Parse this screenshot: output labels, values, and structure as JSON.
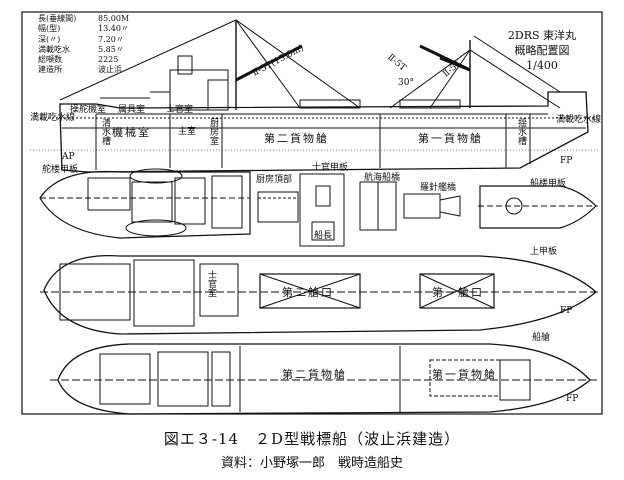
{
  "specs": [
    {
      "label": "長(垂線間)",
      "value": "85.00M"
    },
    {
      "label": "幅(型)",
      "value": "13.40〃"
    },
    {
      "label": "深(〃)",
      "value": "7.20〃"
    },
    {
      "label": "満載吃水",
      "value": "5.85〃"
    },
    {
      "label": "総噸数",
      "value": "2225"
    },
    {
      "label": "建造所",
      "value": "波止浜"
    }
  ],
  "title": {
    "ship": "2DRS 東洋丸",
    "subtitle": "概略配置図",
    "scale": "1/400"
  },
  "profile_labels": {
    "wheelhouse": "操舵機室",
    "hold_tween": "属具室",
    "officers": "士官室",
    "boiler_room": "機械室",
    "fresh_water": "清水槽",
    "main": "主室",
    "galley_store": "厨房室",
    "hold2": "第二貨物艙",
    "hold1": "第一貨物艙",
    "ballast": "揺水槽",
    "draft_aft": "満載吃水線",
    "draft_fwd": "満載吃水線",
    "boom1": "Ⅱ-5T(15.0m)",
    "boom2": "Ⅱ-5T",
    "boom3": "Ⅱ-5T",
    "angle": "30°"
  },
  "section_labels": {
    "ap": "AP",
    "fp": "FP",
    "fp2": "FP",
    "fp3": "FP",
    "steering_deck": "舵楼甲板",
    "galley_top": "厨房頂部",
    "officer_deck": "士官甲板",
    "navigation_bridge": "航海船橋",
    "compass_bridge": "羅針艦橋",
    "forecastle_deck": "船楼甲板",
    "upper_deck": "上甲板",
    "hold": "船艙",
    "hatch2": "第二艙口",
    "hatch1": "第一艙口",
    "cargo2": "第二貨物艙",
    "cargo1": "第一貨物艙",
    "captain": "船長",
    "crew": "士官室"
  },
  "caption": {
    "line1": "図エ３-14　２D型戦標船（波止浜建造）",
    "line2": "資料：小野塚一郎　戦時造船史"
  }
}
